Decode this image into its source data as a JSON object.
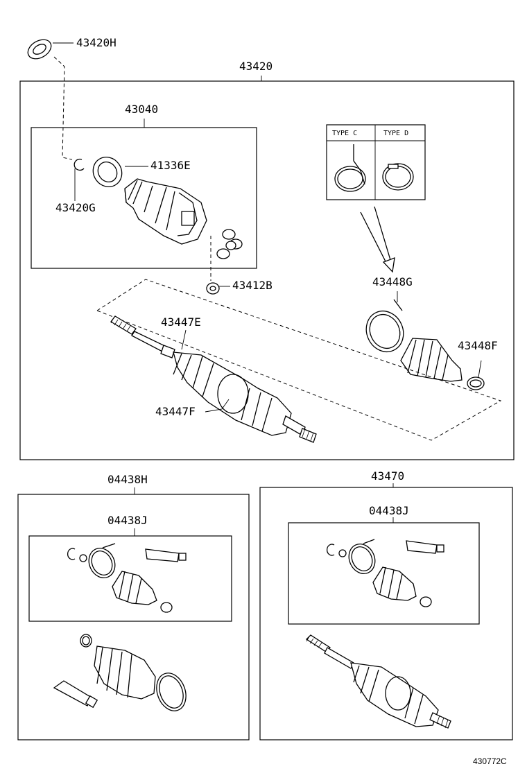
{
  "diagram": {
    "labels": {
      "p43420H": "43420H",
      "p43420": "43420",
      "p43040": "43040",
      "p41336E": "41336E",
      "p43420G": "43420G",
      "p43412B": "43412B",
      "p43448G": "43448G",
      "p43447E": "43447E",
      "p43448F": "43448F",
      "p43447F": "43447F",
      "p04438H": "04438H",
      "p04438J_left": "04438J",
      "p43470": "43470",
      "p04438J_right": "04438J"
    },
    "type_c": "TYPE C",
    "type_d": "TYPE D",
    "figure_id": "430772C"
  }
}
